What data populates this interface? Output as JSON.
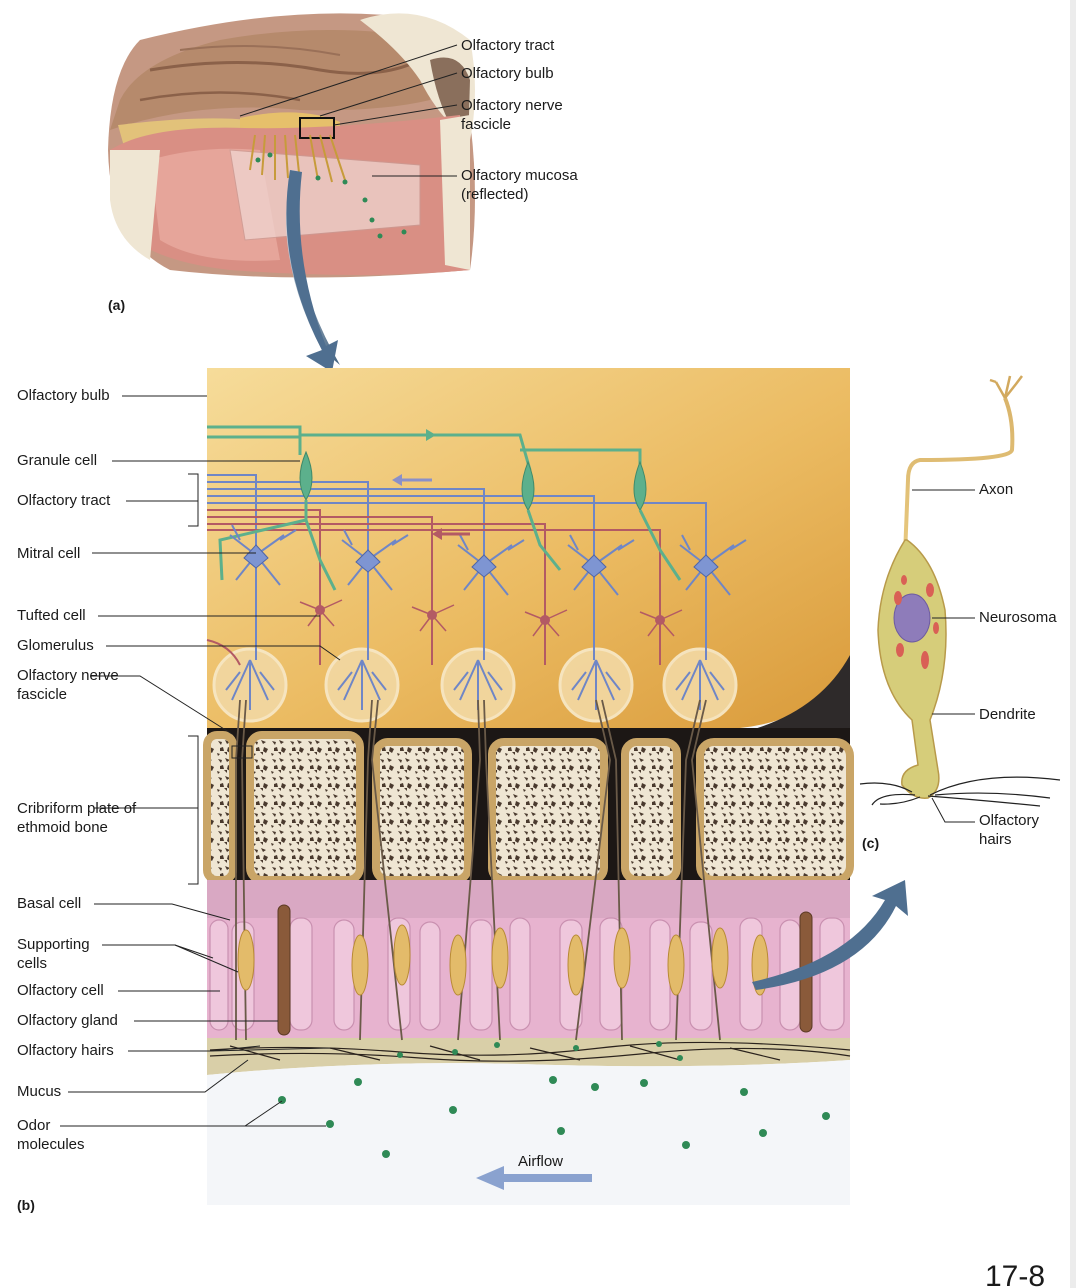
{
  "panel_a": {
    "tag": "(a)",
    "labels": {
      "olfactory_tract": "Olfactory tract",
      "olfactory_bulb": "Olfactory bulb",
      "nerve_fascicle": "Olfactory nerve fascicle",
      "mucosa": "Olfactory mucosa (reflected)"
    }
  },
  "panel_b": {
    "tag": "(b)",
    "labels": {
      "olfactory_bulb": "Olfactory bulb",
      "granule_cell": "Granule cell",
      "olfactory_tract": "Olfactory tract",
      "mitral_cell": "Mitral cell",
      "tufted_cell": "Tufted cell",
      "glomerulus": "Glomerulus",
      "nerve_fascicle": "Olfactory nerve fascicle",
      "cribriform": "Cribriform plate of ethmoid bone",
      "basal_cell": "Basal cell",
      "supporting_cells": "Supporting cells",
      "olfactory_cell": "Olfactory cell",
      "olfactory_gland": "Olfactory gland",
      "olfactory_hairs": "Olfactory hairs",
      "mucus": "Mucus",
      "odor_molecules": "Odor molecules",
      "airflow": "Airflow"
    }
  },
  "panel_c": {
    "tag": "(c)",
    "labels": {
      "axon": "Axon",
      "neurosoma": "Neurosoma",
      "dendrite": "Dendrite",
      "olfactory_hairs": "Olfactory hairs"
    }
  },
  "slide_number": "17-8",
  "colors": {
    "bulb": "#e9b75a",
    "bone": "#efe6d3",
    "epithelium": "#e7b3cf",
    "mucus": "#d9cfa8",
    "mitral": "#6f86c6",
    "granule": "#5cb08c",
    "tufted": "#b35a64",
    "odor": "#2f8a56",
    "arrow": "#4f6f90"
  }
}
